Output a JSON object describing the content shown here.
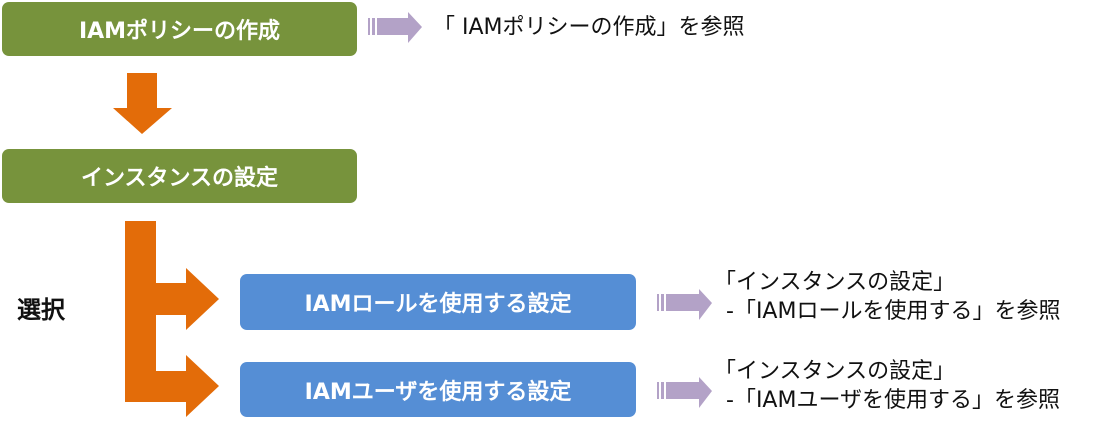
{
  "diagram": {
    "steps": [
      {
        "id": "policy",
        "label": "IAMポリシーの作成",
        "color": "#77933c"
      },
      {
        "id": "instance",
        "label": "インスタンスの設定",
        "color": "#77933c"
      }
    ],
    "branch_label": "選択",
    "options": [
      {
        "id": "role",
        "label": "IAMロールを使用する設定",
        "color": "#558ed5"
      },
      {
        "id": "user",
        "label": "IAMユーザを使用する設定",
        "color": "#558ed5"
      }
    ],
    "references": {
      "policy": {
        "lines": [
          "「 IAMポリシーの作成」を参照"
        ]
      },
      "role": {
        "lines": [
          "「インスタンスの設定」",
          " -「IAMロールを使用する」を参照"
        ]
      },
      "user": {
        "lines": [
          "「インスタンスの設定」",
          " -「IAMユーザを使用する」を参照"
        ]
      }
    },
    "colors": {
      "flow_arrow": "#e36c09",
      "reference_arrow": "#b3a2c7",
      "text": "#111111"
    },
    "icons": {
      "flow_arrow": "down-arrow-icon",
      "branch_arrow": "branch-arrow-icon",
      "reference_arrow": "striped-right-arrow-icon"
    }
  }
}
